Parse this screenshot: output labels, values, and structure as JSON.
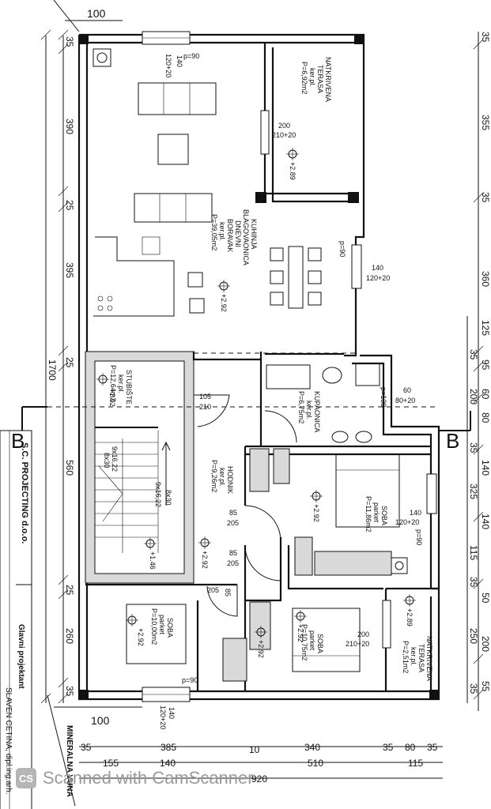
{
  "title_block": {
    "company": "S.C. PROJECTING d.o.o.",
    "role": "Glavni projektant",
    "designer": "SLAVEN CETINA, dipl.ing.arh."
  },
  "section_markers": {
    "left": "B",
    "right": "B"
  },
  "side_label": "MINERALNA VUNA",
  "rooms": [
    {
      "id": "terasa_top",
      "lines": [
        "NATKRIVENA",
        "TERASA",
        "ker.pl.",
        "P=6,92m2"
      ]
    },
    {
      "id": "dnevni",
      "lines": [
        "KUHINJA",
        "BLAGOVAONICA",
        "DNEVNI",
        "BORAVAK",
        "ker.pl.",
        "P=39,05m2"
      ]
    },
    {
      "id": "stubiste",
      "lines": [
        "STUBIŠTE",
        "ker.pl.",
        "P=12,64m2"
      ]
    },
    {
      "id": "kupaonica",
      "lines": [
        "KUPAONICA",
        "ker.pl.",
        "P=6,75m2"
      ]
    },
    {
      "id": "hodnik",
      "lines": [
        "HODNIK",
        "ker.pl.",
        "P=9,26m2"
      ]
    },
    {
      "id": "soba1",
      "lines": [
        "SOBA",
        "parket",
        "P=11,86m2"
      ]
    },
    {
      "id": "soba2",
      "lines": [
        "SOBA",
        "parket",
        "P=10,00m2"
      ]
    },
    {
      "id": "soba3",
      "lines": [
        "SOBA",
        "parket",
        "P=10,75m2"
      ]
    },
    {
      "id": "terasa_bottom",
      "lines": [
        "NATKRIVENA",
        "TERASA",
        "ker.pl.",
        "P=2,51m2"
      ]
    }
  ],
  "levels": [
    "+2.89",
    "+2.92",
    "+2.92",
    "+2.92",
    "+2.92",
    "+2.92",
    "+1.46",
    "+2.92",
    "+2.92",
    "+2.89"
  ],
  "left_dims": [
    "35",
    "390",
    "25",
    "395",
    "25",
    "560",
    "25",
    "260",
    "35"
  ],
  "left_total": "1700",
  "right_dims": [
    "35",
    "355",
    "35",
    "360",
    "125",
    "95",
    "35",
    "200",
    "60",
    "80",
    "35",
    "140",
    "325",
    "140",
    "115",
    "35",
    "50",
    "250",
    "200",
    "55",
    "35"
  ],
  "bottom_row1": [
    "35",
    "385",
    "10",
    "340",
    "35",
    "80",
    "35"
  ],
  "bottom_row2": [
    "155",
    "140",
    "510",
    "115"
  ],
  "bottom_total": "920",
  "top_width": "100",
  "bottom_width": "100",
  "openings": {
    "top_window": [
      "p=90",
      "140",
      "120+20"
    ],
    "terasa_door": [
      "200",
      "210+20"
    ],
    "dining_window": [
      "p=90",
      "140",
      "120+20"
    ],
    "stair_door": [
      "105",
      "210"
    ],
    "bath_window": [
      "60",
      "80+20",
      "p=130"
    ],
    "room1_window": [
      "140",
      "120+20",
      "p=90"
    ],
    "hall_door1": [
      "85",
      "205"
    ],
    "hall_door2": [
      "85",
      "205"
    ],
    "hall_door3": [
      "85",
      "205"
    ],
    "room3_door": [
      "200",
      "210+20"
    ],
    "bottom_window": [
      "p=90",
      "140",
      "120+20"
    ]
  },
  "stair_label": [
    "9x16,22",
    "8x30"
  ],
  "stair_label2": [
    "9x16,22",
    "8x30"
  ],
  "watermark": "Scanned with CamScanner",
  "watermark_logo": "CS"
}
